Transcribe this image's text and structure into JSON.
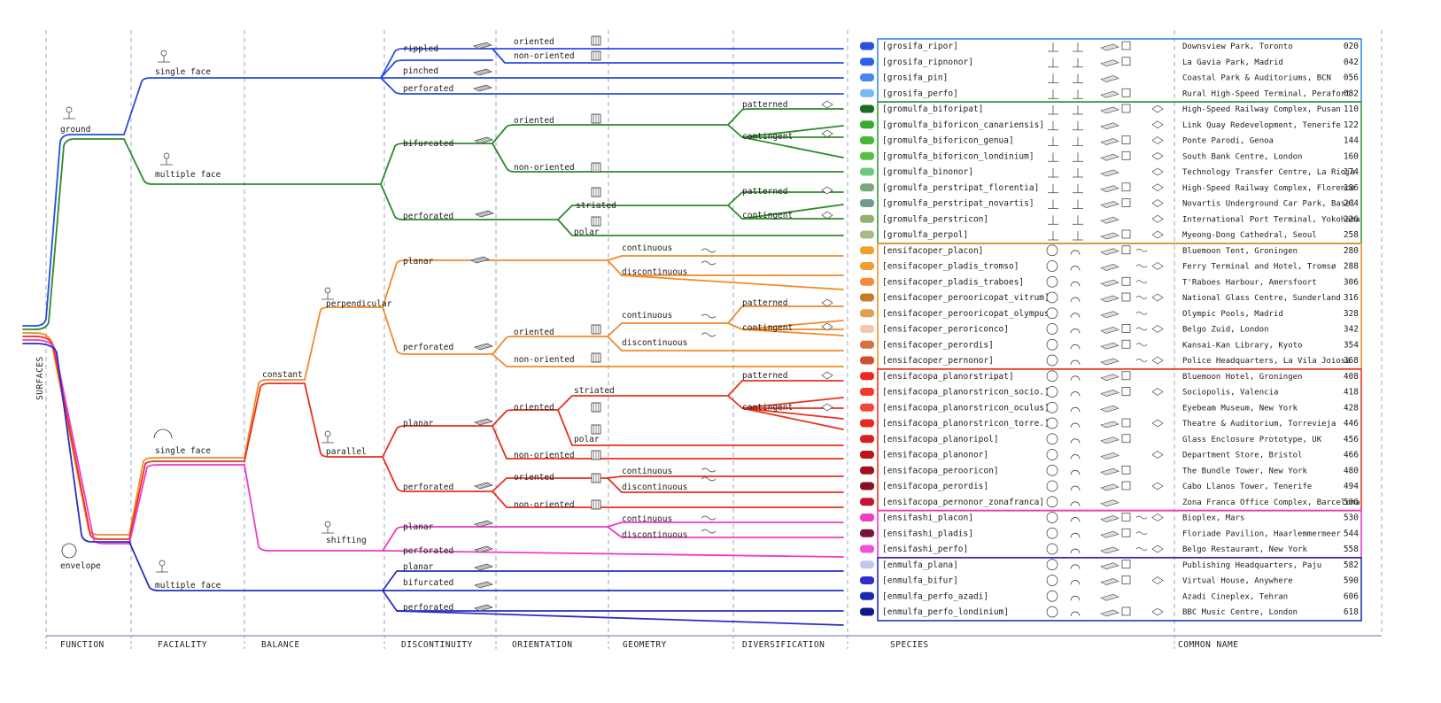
{
  "root_label": "SURFACES",
  "columns": [
    {
      "key": "function",
      "label": "FUNCTION"
    },
    {
      "key": "faciality",
      "label": "FACIALITY"
    },
    {
      "key": "balance",
      "label": "BALANCE"
    },
    {
      "key": "discontinuity",
      "label": "DISCONTINUITY"
    },
    {
      "key": "orientation",
      "label": "ORIENTATION"
    },
    {
      "key": "geometry",
      "label": "GEOMETRY"
    },
    {
      "key": "diversification",
      "label": "DIVERSIFICATION"
    },
    {
      "key": "species",
      "label": "SPECIES"
    },
    {
      "key": "common_name",
      "label": "COMMON NAME"
    }
  ],
  "tree_labels": {
    "function": [
      "ground",
      "envelope"
    ],
    "faciality": [
      "single face",
      "multiple face",
      "single face",
      "multiple face"
    ],
    "balance": [
      "constant"
    ],
    "balance_sub": [
      "perpendicular",
      "parallel",
      "shifting"
    ],
    "discontinuity": [
      "rippled",
      "pinched",
      "perforated",
      "bifurcated",
      "perforated",
      "planar",
      "perforated",
      "planar",
      "perforated",
      "planar",
      "perforated",
      "planar",
      "bifurcated",
      "perforated"
    ],
    "orientation": [
      "oriented",
      "non-oriented",
      "oriented",
      "non-oriented",
      "striated",
      "polar",
      "oriented",
      "non-oriented",
      "oriented",
      "striated",
      "polar",
      "non-oriented",
      "oriented",
      "non-oriented"
    ],
    "geometry": [
      "continuous",
      "discontinuous",
      "continuous",
      "discontinuous",
      "continuous",
      "discontinuous",
      "continuous",
      "discontinuous"
    ],
    "diversification": [
      "patterned",
      "contingent",
      "patterned",
      "contingent",
      "patterned",
      "contingent",
      "patterned",
      "contingent"
    ]
  },
  "families": [
    {
      "name": "grosifa",
      "color": "#3a8ee0"
    },
    {
      "name": "gromulfa",
      "color": "#3c9a3c"
    },
    {
      "name": "ensifacoper",
      "color": "#f0902a"
    },
    {
      "name": "ensifacopa",
      "color": "#e8362a"
    },
    {
      "name": "ensifashi",
      "color": "#ee38c8"
    },
    {
      "name": "enmulfa",
      "color": "#2a32b0"
    }
  ],
  "species": [
    {
      "name": "[grosifa_ripor]",
      "common": "Downsview Park, Toronto",
      "num": "020",
      "color": "#2a50e0",
      "family": 0
    },
    {
      "name": "[grosifa_ripnonor]",
      "common": "La Gavia Park, Madrid",
      "num": "042",
      "color": "#2e60e8",
      "family": 0
    },
    {
      "name": "[grosifa_pin]",
      "common": "Coastal Park & Auditoriums, BCN",
      "num": "056",
      "color": "#4a86f0",
      "family": 0
    },
    {
      "name": "[grosifa_perfo]",
      "common": "Rural High-Speed Terminal, Perafort",
      "num": "082",
      "color": "#78b8f4",
      "family": 0
    },
    {
      "name": "[gromulfa_biforipat]",
      "common": "High-Speed Railway Complex, Pusan",
      "num": "110",
      "color": "#1e6a1e",
      "family": 1
    },
    {
      "name": "[gromulfa_biforicon_canariensis]",
      "common": "Link Quay Redevelopment, Tenerife",
      "num": "122",
      "color": "#3aaa2e",
      "family": 1
    },
    {
      "name": "[gromulfa_biforicon_genua]",
      "common": "Ponte Parodi, Genoa",
      "num": "144",
      "color": "#48b838",
      "family": 1
    },
    {
      "name": "[gromulfa_biforicon_londinium]",
      "common": "South Bank Centre, London",
      "num": "160",
      "color": "#56c046",
      "family": 1
    },
    {
      "name": "[gromulfa_binonor]",
      "common": "Technology Transfer Centre, La Rioja",
      "num": "174",
      "color": "#6ec87a",
      "family": 1
    },
    {
      "name": "[gromulfa_perstripat_florentia]",
      "common": "High-Speed Railway Complex, Florence",
      "num": "186",
      "color": "#7aa87a",
      "family": 1
    },
    {
      "name": "[gromulfa_perstripat_novartis]",
      "common": "Novartis Underground Car Park, Basel",
      "num": "204",
      "color": "#6e9e8a",
      "family": 1
    },
    {
      "name": "[gromulfa_perstricon]",
      "common": "International Port Terminal, Yokohama",
      "num": "226",
      "color": "#92b070",
      "family": 1
    },
    {
      "name": "[gromulfa_perpol]",
      "common": "Myeong-Dong Cathedral, Seoul",
      "num": "258",
      "color": "#a6bc86",
      "family": 1
    },
    {
      "name": "[ensifacoper_placon]",
      "common": "Bluemoon Tent, Groningen",
      "num": "280",
      "color": "#f0a030",
      "family": 2
    },
    {
      "name": "[ensifacoper_pladis_tromso]",
      "common": "Ferry Terminal and Hotel, Tromsø",
      "num": "288",
      "color": "#f29a34",
      "family": 2
    },
    {
      "name": "[ensifacoper_pladis_traboes]",
      "common": "T'Raboes Harbour, Amersfoort",
      "num": "306",
      "color": "#f08c3a",
      "family": 2
    },
    {
      "name": "[ensifacoper_perooricopat_vitrum]",
      "common": "National Glass Centre, Sunderland",
      "num": "316",
      "color": "#c87a28",
      "family": 2
    },
    {
      "name": "[ensifacoper_perooricopat_olympus]",
      "common": "Olympic Pools, Madrid",
      "num": "328",
      "color": "#e0a050",
      "family": 2
    },
    {
      "name": "[ensifacoper_peroriconco]",
      "common": "Belgo Zuid, London",
      "num": "342",
      "color": "#f4c8b0",
      "family": 2
    },
    {
      "name": "[ensifacoper_perordis]",
      "common": "Kansai-Kan Library, Kyoto",
      "num": "354",
      "color": "#d87040",
      "family": 2
    },
    {
      "name": "[ensifacoper_pernonor]",
      "common": "Police Headquarters, La Vila Joiosa",
      "num": "368",
      "color": "#d05030",
      "family": 2
    },
    {
      "name": "[ensifacopa_planorstripat]",
      "common": "Bluemoon Hotel, Groningen",
      "num": "408",
      "color": "#ee2a20",
      "family": 3
    },
    {
      "name": "[ensifacopa_planorstricon_socio.]",
      "common": "Sociopolis, Valencia",
      "num": "418",
      "color": "#f03a2a",
      "family": 3
    },
    {
      "name": "[ensifacopa_planorstricon_oculus]",
      "common": "Eyebeam Museum, New York",
      "num": "428",
      "color": "#f04838",
      "family": 3
    },
    {
      "name": "[ensifacopa_planorstricon_torre.]",
      "common": "Theatre & Auditorium, Torrevieja",
      "num": "446",
      "color": "#e82820",
      "family": 3
    },
    {
      "name": "[ensifacopa_planoripol]",
      "common": "Glass Enclosure Prototype, UK",
      "num": "456",
      "color": "#d82020",
      "family": 3
    },
    {
      "name": "[ensifacopa_planonor]",
      "common": "Department Store, Bristol",
      "num": "466",
      "color": "#b81818",
      "family": 3
    },
    {
      "name": "[ensifacopa_perooricon]",
      "common": "The Bundle Tower, New York",
      "num": "480",
      "color": "#a01020",
      "family": 3
    },
    {
      "name": "[ensifacopa_perordis]",
      "common": "Cabo Llanos Tower, Tenerife",
      "num": "494",
      "color": "#8a1020",
      "family": 3
    },
    {
      "name": "[ensifacopa_pernonor_zonafranca]",
      "common": "Zona Franca Office Complex, Barcelona",
      "num": "506",
      "color": "#c01830",
      "family": 3
    },
    {
      "name": "[ensifashi_placon]",
      "common": "Bioplex, Mars",
      "num": "530",
      "color": "#f03cc0",
      "family": 4
    },
    {
      "name": "[ensifashi_pladis]",
      "common": "Floriade Pavilion, Haarlemmermeer",
      "num": "544",
      "color": "#7a1040",
      "family": 4
    },
    {
      "name": "[ensifashi_perfo]",
      "common": "Belgo Restaurant, New York",
      "num": "558",
      "color": "#f050d8",
      "family": 4
    },
    {
      "name": "[enmulfa_plana]",
      "common": "Publishing Headquarters, Paju",
      "num": "582",
      "color": "#c0c8f0",
      "family": 5
    },
    {
      "name": "[enmulfa_bifur]",
      "common": "Virtual House, Anywhere",
      "num": "590",
      "color": "#3030c8",
      "family": 5
    },
    {
      "name": "[enmulfa_perfo_azadi]",
      "common": "Azadi Cineplex, Tehran",
      "num": "606",
      "color": "#1c28b0",
      "family": 5
    },
    {
      "name": "[enmulfa_perfo_londinium]",
      "common": "BBC Music Centre, London",
      "num": "618",
      "color": "#10188a",
      "family": 5
    }
  ]
}
